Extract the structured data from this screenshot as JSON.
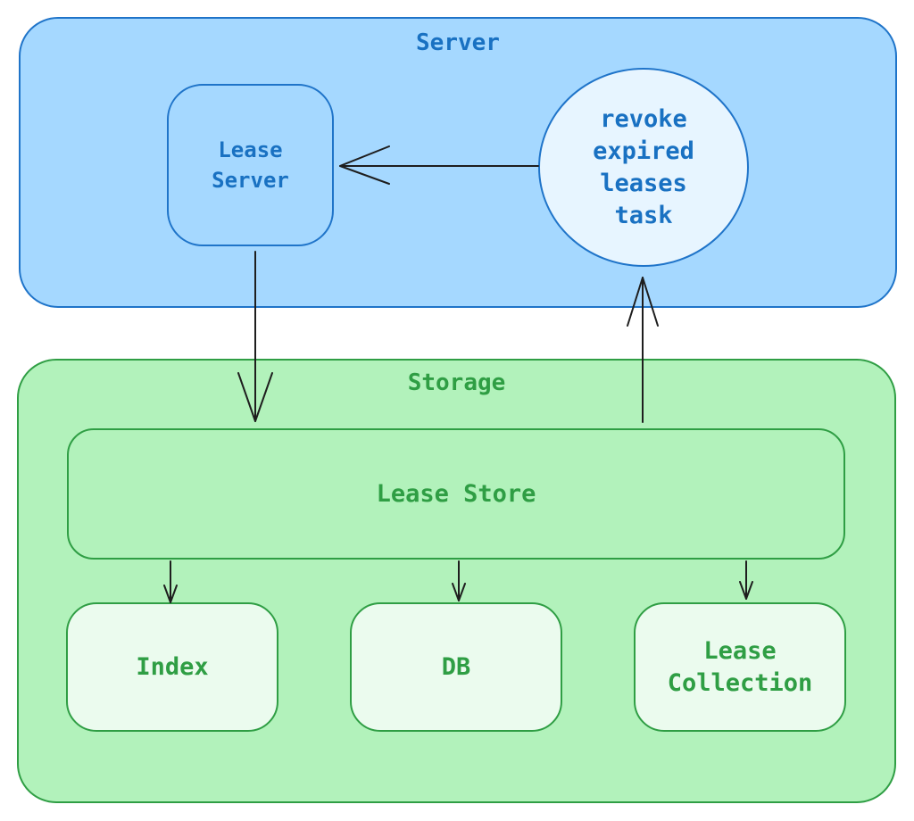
{
  "server": {
    "title": "Server",
    "lease_server": "Lease\nServer",
    "revoke_task": "revoke\nexpired\nleases\ntask"
  },
  "storage": {
    "title": "Storage",
    "lease_store": "Lease Store",
    "index": "Index",
    "db": "DB",
    "lease_collection": "Lease\nCollection"
  },
  "colors": {
    "server_fill": "#a5d8ff",
    "server_stroke": "#1f74c9",
    "server_text": "#1971c2",
    "storage_fill": "#b2f2bb",
    "storage_stroke": "#2f9e44",
    "leaf_fill": "#ebfbee",
    "arrow": "#1e1e1e"
  }
}
